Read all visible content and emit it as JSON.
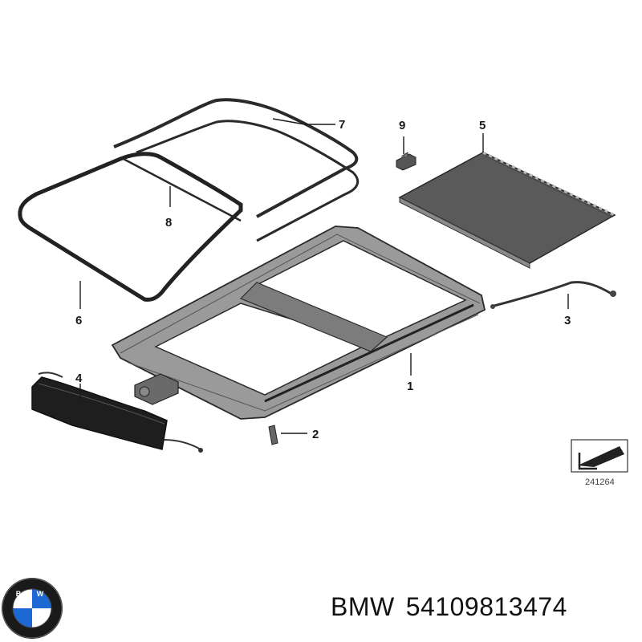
{
  "diagram": {
    "callouts": [
      {
        "id": "1",
        "label": "1"
      },
      {
        "id": "2",
        "label": "2"
      },
      {
        "id": "3",
        "label": "3"
      },
      {
        "id": "4",
        "label": "4"
      },
      {
        "id": "5",
        "label": "5"
      },
      {
        "id": "6",
        "label": "6"
      },
      {
        "id": "7",
        "label": "7"
      },
      {
        "id": "8",
        "label": "8"
      },
      {
        "id": "9",
        "label": "9"
      }
    ],
    "reference_number": "241264"
  },
  "caption": {
    "brand": "BMW",
    "part_number": "54109813474"
  },
  "logo": {
    "text": "BMW",
    "colors": {
      "blue": "#1c69d4",
      "white": "#ffffff",
      "ring": "#1a1a1a"
    }
  }
}
